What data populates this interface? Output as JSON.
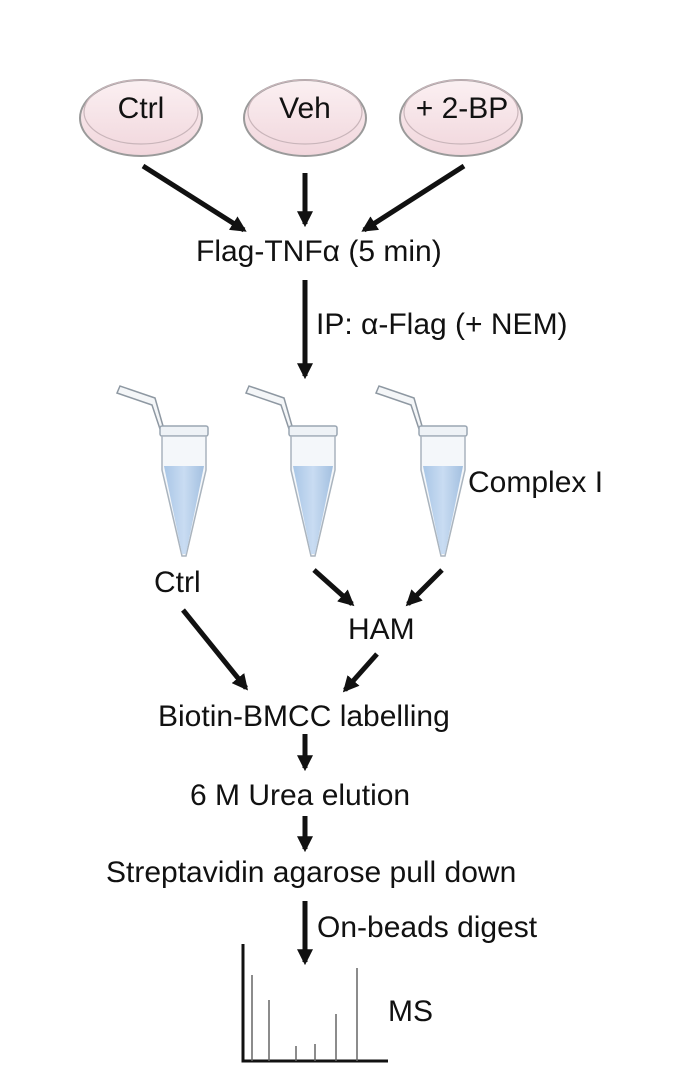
{
  "dishes": [
    {
      "label": "Ctrl"
    },
    {
      "label": "Veh"
    },
    {
      "label": "+ 2-BP"
    }
  ],
  "steps": {
    "stimulation": "Flag-TNFα (5 min)",
    "immunoprecipitation": "IP: α-Flag (+ NEM)",
    "complex": "Complex I",
    "ctrl_branch": "Ctrl",
    "ham_branch": "HAM",
    "labelling": "Biotin-BMCC labelling",
    "elution": "6 M Urea elution",
    "pulldown": "Streptavidin agarose pull down",
    "digest": "On-beads digest",
    "ms": "MS"
  },
  "colors": {
    "dish_fill": "#f6e3e7",
    "dish_stroke": "#9a9a9a",
    "tube_liquid": "#b9d3ee",
    "tube_wall": "#cfd8e0",
    "arrow": "#111111"
  }
}
